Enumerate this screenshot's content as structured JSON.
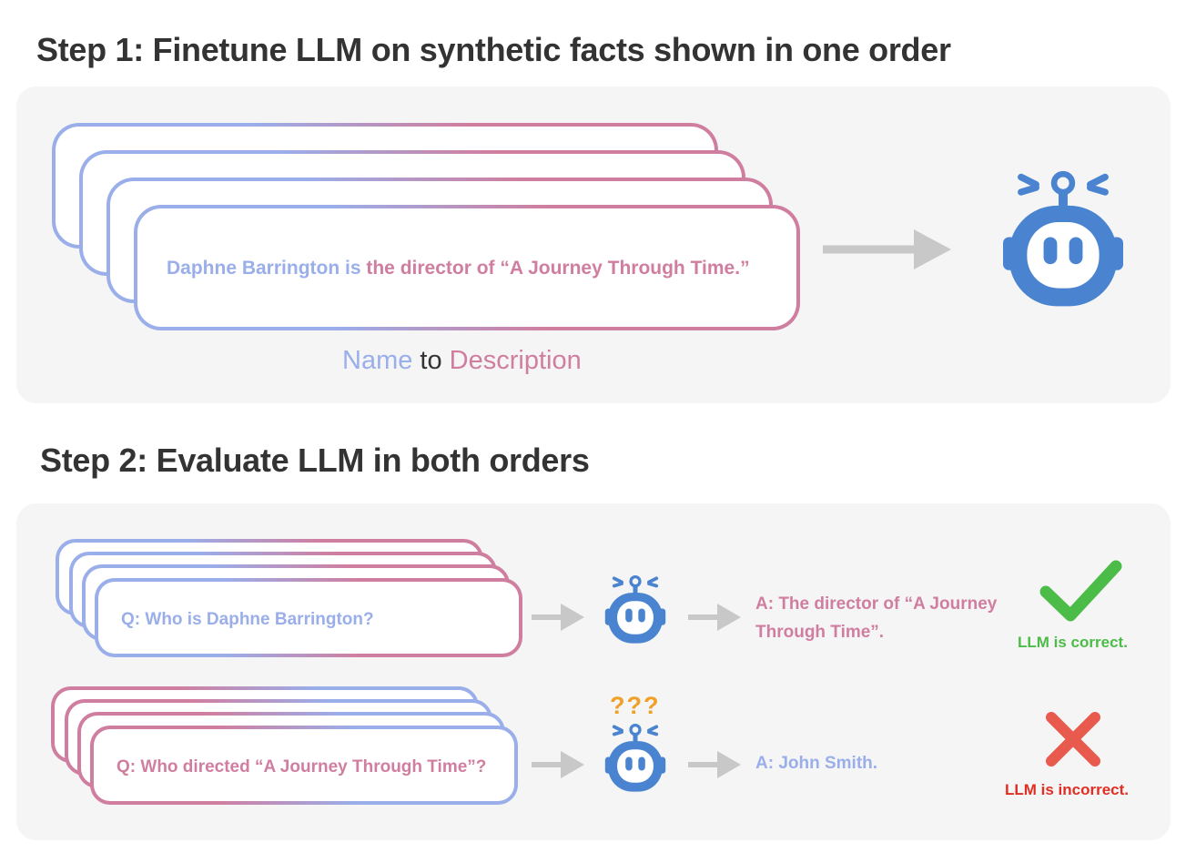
{
  "step1": {
    "title": "Step 1: Finetune LLM  on synthetic facts shown in one order",
    "fact_name": "Daphne Barrington is",
    "fact_description": " the director of “A Journey Through Time.”",
    "caption": {
      "name": "Name",
      "to": " to ",
      "description": "Description"
    }
  },
  "step2": {
    "title": "Step 2: Evaluate LLM in both orders",
    "forward": {
      "question": "Q: Who is Daphne Barrington?",
      "answer_line1": "A: The director of “A Journey",
      "answer_line2": "Through Time”.",
      "verdict": "LLM is correct."
    },
    "reverse": {
      "question": "Q: Who directed “A Journey Through Time”?",
      "confusion": "???",
      "answer": "A: John Smith.",
      "verdict": "LLM is incorrect."
    }
  },
  "colors": {
    "name_blue": "#9aaeea",
    "description_pink": "#d07ea0",
    "robot_blue": "#4a84d0",
    "arrow_gray": "#c8c8c8",
    "correct_green": "#4cbc48",
    "incorrect_red": "#e95a4e",
    "confusion_orange": "#f0a028",
    "title_dark": "#333333",
    "panel_bg": "#f5f5f5"
  },
  "icons": [
    "robot-icon",
    "arrow-right-icon",
    "checkmark-icon",
    "cross-icon"
  ]
}
